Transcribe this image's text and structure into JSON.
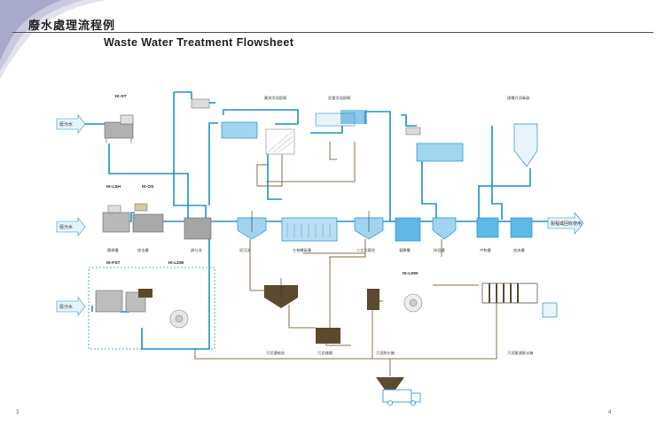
{
  "header": {
    "title_zh": "廢水處理流程例",
    "title_en": "Waste  Water  Treatment  Flowsheet"
  },
  "pages": {
    "left": "3",
    "right": "4"
  },
  "inputs": [
    "廢污水",
    "廢污水",
    "廢污水"
  ],
  "output": "製程或回收使用",
  "tags": {
    "ik_st": "IK-ST",
    "ik_lsh": "IK-LSH",
    "ik_os": "IK-OS",
    "ik_fst": "IK-FST",
    "ik_ldw": "IK-LDW",
    "ik_ldw2": "IK-LDW"
  },
  "labels": {
    "coagulant_1": "藥液添加設備",
    "coagulant_2": "定量添加設備",
    "chlorine": "連續式消毒器",
    "screen_tank": "篩網槽",
    "oil_tank": "除油槽",
    "equalization": "調勻池",
    "primary": "初沉池",
    "aeration": "生物曝氣槽",
    "secondary": "二次沉澱池",
    "coag_tank": "凝聚槽",
    "floc_tank": "快混槽",
    "neutral": "中和槽",
    "discharge": "放流槽",
    "sludge_thick": "污泥濃縮池",
    "sludge_storage": "污泥儲槽",
    "sludge_dewater": "污泥脫水機",
    "sludge_filter": "污泥壓濾脫水機"
  },
  "colors": {
    "water": "#1d93d2",
    "sludge": "#8b6f4e",
    "tank_blue": "#cde9f7",
    "tank_grey": "#a7a7a7",
    "tank_brown": "#5b4a2e"
  }
}
